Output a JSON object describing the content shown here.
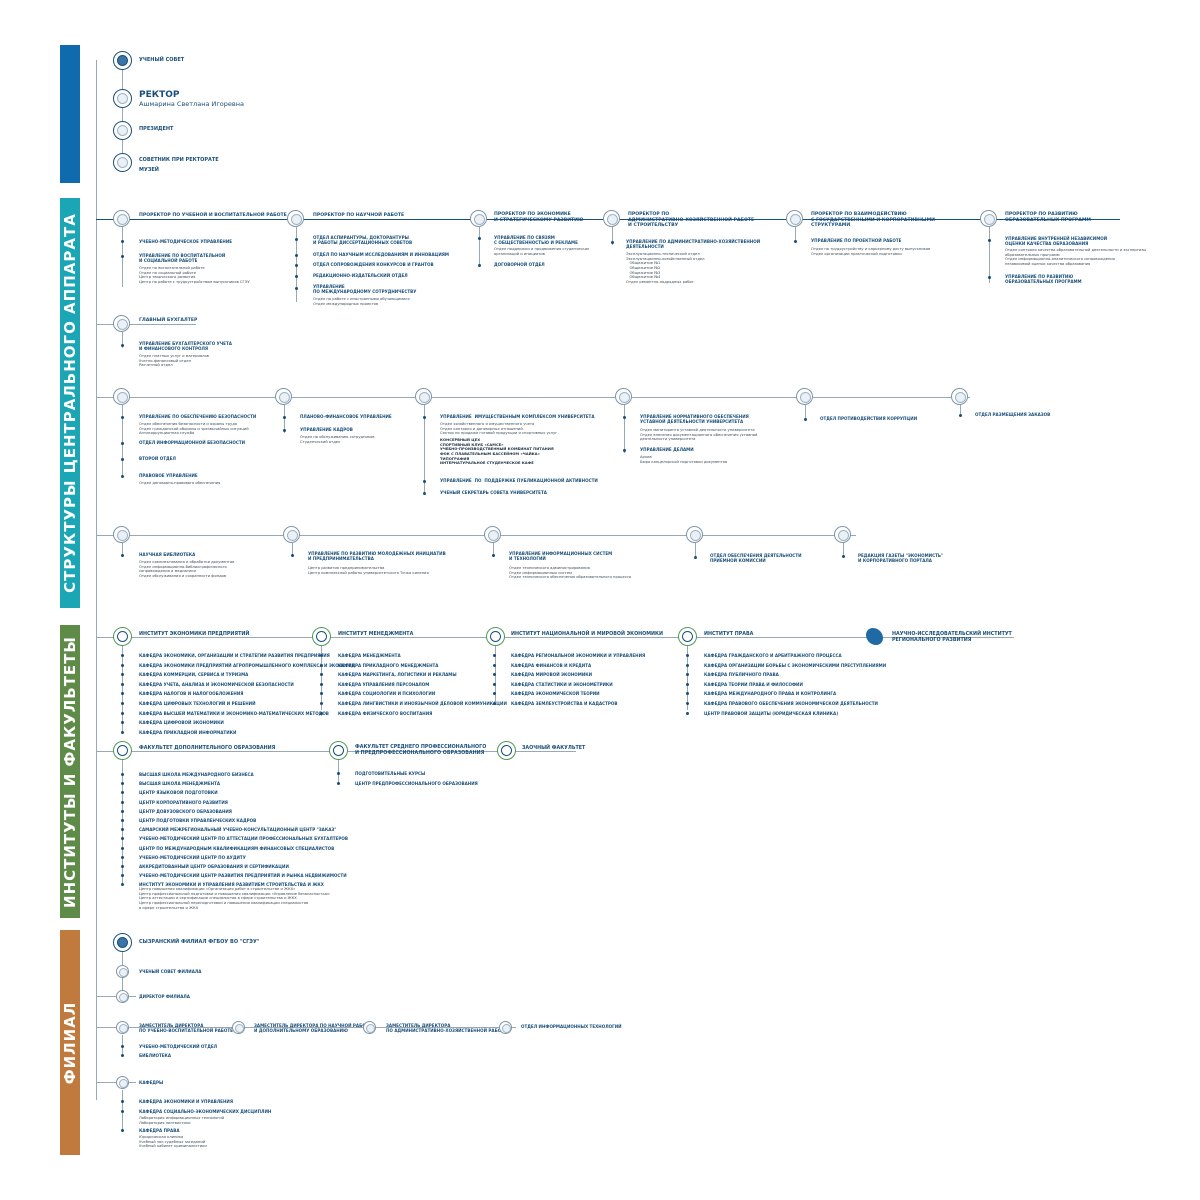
{
  "colors": {
    "blue": "#0f6aae",
    "teal": "#1aa6b5",
    "green": "#5e8c48",
    "orange": "#c07a3e",
    "text": "#1a4f7a"
  },
  "bands": {
    "teal": "СТРУКТУРЫ ЦЕНТРАЛЬНОГО АППАРАТА",
    "green": "ИНСТИТУТЫ И ФАКУЛЬТЕТЫ",
    "orange": "ФИЛИАЛ"
  },
  "top": {
    "council": "УЧЕНЫЙ СОВЕТ",
    "rector_title": "РЕКТОР",
    "rector_name": "Ашмарина Светлана Игоревна",
    "president": "ПРЕЗИДЕНТ",
    "advisor": "СОВЕТНИК ПРИ РЕКТОРАТЕ",
    "museum": "МУЗЕЙ"
  },
  "prorectors": {
    "p1": {
      "title": "ПРОРЕКТОР ПО УЧЕБНОЙ И ВОСПИТАТЕЛЬНОЙ РАБОТЕ",
      "i1": "УЧЕБНО-МЕТОДИЧЕСКОЕ УПРАВЛЕНИЕ",
      "i2": "УПРАВЛЕНИЕ ПО ВОСПИТАТЕЛЬНОЙ\nИ СОЦИАЛЬНОЙ РАБОТЕ",
      "i2d": "Отдел по воспитательной работе\nОтдел по социальной работе\nЦентр творческого развития\nЦентр по работе с трудоустройством выпускников СГЭУ"
    },
    "p2": {
      "title": "ПРОРЕКТОР ПО НАУЧНОЙ РАБОТЕ",
      "i1": "ОТДЕЛ АСПИРАНТУРЫ, ДОКТОРАНТУРЫ\nИ РАБОТЫ ДИССЕРТАЦИОННЫХ СОВЕТОВ",
      "i2": "ОТДЕЛ ПО НАУЧНЫМ ИССЛЕДОВАНИЯМ И ИННОВАЦИЯМ",
      "i3": "ОТДЕЛ СОПРОВОЖДЕНИЯ КОНКУРСОВ И ГРАНТОВ",
      "i4": "РЕДАКЦИОННО-ИЗДАТЕЛЬСКИЙ ОТДЕЛ",
      "i5": "УПРАВЛЕНИЕ\nПО МЕЖДУНАРОДНОМУ СОТРУДНИЧЕСТВУ",
      "i5d": "Отдел по работе с иностранными обучающимися\nОтдел международных проектов"
    },
    "p3": {
      "title": "ПРОРЕКТОР ПО ЭКОНОМИКЕ\nИ СТРАТЕГИЧЕСКОМУ РАЗВИТИЮ",
      "i1": "УПРАВЛЕНИЕ ПО СВЯЗЯМ\nС ОБЩЕСТВЕННОСТЬЮ И РЕКЛАМЕ",
      "i1d": "Отдел поддержки и продвижения студенческих\nорганизаций и инициатив",
      "i2": "ДОГОВОРНОЙ ОТДЕЛ"
    },
    "p4": {
      "title": "ПРОРЕКТОР ПО\nАДМИНИСТРАТИВНО-ХОЗЯЙСТВЕННОЙ РАБОТЕ\nИ СТРОИТЕЛЬСТВУ",
      "i1": "УПРАВЛЕНИЕ ПО АДМИНИСТРАТИВНО-ХОЗЯЙСТВЕННОЙ\nДЕЯТЕЛЬНОСТИ",
      "i1d": "Эксплуатационно-технический отдел\nЭксплуатационно-хозяйственный отдел\n   Общежитие №1\n   Общежитие №2\n   Общежитие №3\n   Общежитие №4\nОтдел ремонтно-подрядных работ"
    },
    "p5": {
      "title": "ПРОРЕКТОР ПО ВЗАИМОДЕЙСТВИЮ\nС ГОСУДАРСТВЕННЫМИ И КОРПОРАТИВНЫМИ\nСТРУКТУРАМИ",
      "i1": "УПРАВЛЕНИЕ ПО ПРОЕКТНОЙ РАБОТЕ",
      "i1d": "Отдел по трудоустройству и карьерному росту выпускников\nОтдел организации практической подготовки"
    },
    "p6": {
      "title": "ПРОРЕКТОР ПО РАЗВИТИЮ\nОБРАЗОВАТЕЛЬНЫХ ПРОГРАММ",
      "i1": "УПРАВЛЕНИЕ ВНУТРЕННЕЙ НЕЗАВИСИМОЙ\nОЦЕНКИ КАЧЕСТВА ОБРАЗОВАНИЯ",
      "i1d": "Отдел контроля качества образовательной деятельности и экспертизы\nобразовательных программ\nОтдел информационно-аналитического сопровождения\nнезависимой оценки качества образования",
      "i2": "УПРАВЛЕНИЕ ПО РАЗВИТИЮ\nОБРАЗОВАТЕЛЬНЫХ ПРОГРАММ"
    }
  },
  "accountant": {
    "title": "ГЛАВНЫЙ БУХГАЛТЕР",
    "i1": "УПРАВЛЕНИЕ БУХГАЛТЕРСКОГО УЧЕТА\nИ ФИНАНСОВОГО КОНТРОЛЯ",
    "i1d": "Отдел платных услуг и материалов\nУчетно-финансовый отдел\nРасчетный отдел"
  },
  "row2": {
    "r1": {
      "i1": "УПРАВЛЕНИЕ ПО ОБЕСПЕЧЕНИЮ БЕЗОПАСНОСТИ",
      "i1d": "Отдел обеспечения безопасности и охраны труда\nОтдел гражданской обороны и чрезвычайных ситуаций\nАнтикоррупционная служба",
      "i2": "ОТДЕЛ ИНФОРМАЦИОННОЙ БЕЗОПАСНОСТИ",
      "i3": "ВТОРОЙ ОТДЕЛ",
      "i4": "ПРАВОВОЕ УПРАВЛЕНИЕ",
      "i4d": "Отдел договорно-правового обеспечения"
    },
    "r2": {
      "i1": "ПЛАНОВО-ФИНАНСОВОЕ УПРАВЛЕНИЕ",
      "i2": "УПРАВЛЕНИЕ КАДРОВ",
      "i2d": "Отдел по обслуживанию сотрудников\nСтуденческий отдел"
    },
    "r3": {
      "i1": "УПРАВЛЕНИЕ  ИМУЩЕСТВЕННЫМ КОМПЛЕКСОМ УНИВЕРСИТЕТА",
      "i1d": "Отдел хозяйственного и имущественного учета\nОтдел контроля и договорных отношений\nСектор по продаже готовой продукции и спортивных услуг",
      "i1b": "КОНСЕРВНЫЙ ЦЕХ\nСПОРТИВНЫЙ КЛУБ «САМСЕ»\nУЧЕБНО-ПРОИЗВОДСТВЕННЫЙ КОМБИНАТ ПИТАНИЯ\nФОК С ПЛАВАТЕЛЬНЫМ БАССЕЙНОМ «ЧАЙКА»\nТИПОГРАФИЯ\nИНТЕРНАТУРАЛЬНОЕ СТУДЕНЧЕСКОЕ КАФЕ",
      "i2": "УПРАВЛЕНИЕ  ПО  ПОДДЕРЖКЕ ПУБЛИКАЦИОННОЙ АКТИВНОСТИ",
      "i3": "УЧЕНЫЙ СЕКРЕТАРЬ СОВЕТА УНИВЕРСИТЕТА"
    },
    "r4": {
      "i1": "УПРАВЛЕНИЕ НОРМАТИВНОГО ОБЕСПЕЧЕНИЯ\nУСТАВНОЙ ДЕЯТЕЛЬНОСТИ УНИВЕРСИТЕТА",
      "i1d": "Отдел мониторинга уставной деятельности университета\nОтдел внесения документационного обеспечения уставной\nдеятельности университета",
      "i2": "УПРАВЛЕНИЕ ДЕЛАМИ",
      "i2d": "Архив\nБюро канцелярской подготовки документов"
    },
    "r5": {
      "i1": "ОТДЕЛ ПРОТИВОДЕЙСТВИЯ КОРРУПЦИИ"
    },
    "r6": {
      "i1": "ОТДЕЛ РАЗМЕЩЕНИЯ ЗАКАЗОВ"
    }
  },
  "row3": {
    "r1": {
      "i1": "НАУЧНАЯ БИБЛИОТЕКА",
      "i1d": "Отдел комплектования и обработки документов\nОтдел информационно-библиографического\nсопровождения и медиатеки\nОтдел обслуживания и сохранности фондов"
    },
    "r2": {
      "i1": "УПРАВЛЕНИЕ ПО РАЗВИТИЮ МОЛОДЕЖНЫХ ИНИЦИАТИВ\nИ ПРЕДПРИНИМАТЕЛЬСТВА",
      "i1d": "Центр развития предпринимательства\nЦентр комплексной работы университетского Точка кипения"
    },
    "r3": {
      "i1": "УПРАВЛЕНИЕ ИНФОРМАЦИОННЫХ СИСТЕМ\nИ ТЕХНОЛОГИЙ",
      "i1d": "Отдел технического администрирования\nОтдел информационных систем\nОтдел технического обеспечения образовательного процесса"
    },
    "r4": {
      "i1": "ОТДЕЛ ОБЕСПЕЧЕНИЯ ДЕЯТЕЛЬНОСТИ\nПРИЕМНОЙ КОМИССИИ"
    },
    "r5": {
      "i1": "РЕДАКЦИЯ ГАЗЕТЫ \"ЭКОНОМИСТЬ\"\nИ КОРПОРАТИВНОГО ПОРТАЛА"
    }
  },
  "institutes": {
    "i1": {
      "title": "ИНСТИТУТ ЭКОНОМИКИ ПРЕДПРИЯТИЙ",
      "items": [
        "КАФЕДРА ЭКОНОМИКИ, ОРГАНИЗАЦИИ И СТРАТЕГИИ РАЗВИТИЯ ПРЕДПРИЯТИЯ",
        "КАФЕДРА ЭКОНОМИКИ ПРЕДПРИЯТИЙ АГРОПРОМЫШЛЕННОГО КОМПЛЕКСА И ЭКОЛОГИИ",
        "КАФЕДРА КОММЕРЦИИ, СЕРВИСА И ТУРИЗМА",
        "КАФЕДРА УЧЕТА, АНАЛИЗА И ЭКОНОМИЧЕСКОЙ БЕЗОПАСНОСТИ",
        "КАФЕДРА НАЛОГОВ И НАЛОГООБЛОЖЕНИЯ",
        "КАФЕДРА ЦИФРОВЫХ ТЕХНОЛОГИЙ И РЕШЕНИЙ",
        "КАФЕДРА ВЫСШЕЙ МАТЕМАТИКИ И ЭКОНОМИКО-МАТЕМАТИЧЕСКИХ МЕТОДОВ",
        "КАФЕДРА ЦИФРОВОЙ ЭКОНОМИКИ",
        "КАФЕДРА ПРИКЛАДНОЙ ИНФОРМАТИКИ"
      ]
    },
    "i2": {
      "title": "ИНСТИТУТ МЕНЕДЖМЕНТА",
      "items": [
        "КАФЕДРА МЕНЕДЖМЕНТА",
        "КАФЕДРА ПРИКЛАДНОГО МЕНЕДЖМЕНТА",
        "КАФЕДРА МАРКЕТИНГА, ЛОГИСТИКИ И РЕКЛАМЫ",
        "КАФЕДРА УПРАВЛЕНИЯ ПЕРСОНАЛОМ",
        "КАФЕДРА СОЦИОЛОГИИ И ПСИХОЛОГИИ",
        "КАФЕДРА ЛИНГВИСТИКИ И ИНОЯЗЫЧНОЙ ДЕЛОВОЙ КОММУНИКАЦИИ",
        "КАФЕДРА ФИЗИЧЕСКОГО ВОСПИТАНИЯ"
      ]
    },
    "i3": {
      "title": "ИНСТИТУТ НАЦИОНАЛЬНОЙ И МИРОВОЙ ЭКОНОМИКИ",
      "items": [
        "КАФЕДРА РЕГИОНАЛЬНОЙ ЭКОНОМИКИ И УПРАВЛЕНИЯ",
        "КАФЕДРА ФИНАНСОВ И КРЕДИТА",
        "КАФЕДРА МИРОВОЙ ЭКОНОМИКИ",
        "КАФЕДРА СТАТИСТИКИ И ЭКОНОМЕТРИКИ",
        "КАФЕДРА ЭКОНОМИЧЕСКОЙ ТЕОРИИ",
        "КАФЕДРА ЗЕМЛЕУСТРОЙСТВА И КАДАСТРОВ"
      ]
    },
    "i4": {
      "title": "ИНСТИТУТ ПРАВА",
      "items": [
        "КАФЕДРА ГРАЖДАНСКОГО И АРБИТРАЖНОГО ПРОЦЕССА",
        "КАФЕДРА ОРГАНИЗАЦИИ БОРЬБЫ С ЭКОНОМИЧЕСКИМИ ПРЕСТУПЛЕНИЯМИ",
        "КАФЕДРА ПУБЛИЧНОГО ПРАВА",
        "КАФЕДРА ТЕОРИИ ПРАВА И ФИЛОСОФИИ",
        "КАФЕДРА МЕЖДУНАРОДНОГО ПРАВА И КОНТРОЛИНГА",
        "КАФЕДРА ПРАВОВОГО ОБЕСПЕЧЕНИЯ ЭКОНОМИЧЕСКОЙ ДЕЯТЕЛЬНОСТИ",
        "ЦЕНТР ПРАВОВОЙ ЗАЩИТЫ (ЮРИДИЧЕСКАЯ КЛИНИКА)"
      ]
    },
    "i5": {
      "title": "НАУЧНО-ИССЛЕДОВАТЕЛЬСКИЙ ИНСТИТУТ\nРЕГИОНАЛЬНОГО РАЗВИТИЯ"
    }
  },
  "faculties": {
    "f1": {
      "title": "ФАКУЛЬТЕТ ДОПОЛНИТЕЛЬНОГО ОБРАЗОВАНИЯ",
      "items": [
        "ВЫСШАЯ ШКОЛА МЕЖДУНАРОДНОГО БИЗНЕСА",
        "ВЫСШАЯ ШКОЛА МЕНЕДЖМЕНТА",
        "ЦЕНТР ЯЗЫКОВОЙ ПОДГОТОВКИ",
        "ЦЕНТР КОРПОРАТИВНОГО РАЗВИТИЯ",
        "ЦЕНТР ДОВУЗОВСКОГО ОБРАЗОВАНИЯ",
        "ЦЕНТР ПОДГОТОВКИ УПРАВЛЕНЧЕСКИХ КАДРОВ",
        "САМАРСКИЙ МЕЖРЕГИОНАЛЬНЫЙ УЧЕБНО-КОНСУЛЬТАЦИОННЫЙ ЦЕНТР \"ЗАКАЗ\"",
        "УЧЕБНО-МЕТОДИЧЕСКИЙ ЦЕНТР ПО АТТЕСТАЦИИ ПРОФЕССИОНАЛЬНЫХ БУХГАЛТЕРОВ",
        "ЦЕНТР ПО МЕЖДУНАРОДНЫМ КВАЛИФИКАЦИЯМ ФИНАНСОВЫХ СПЕЦИАЛИСТОВ",
        "УЧЕБНО-МЕТОДИЧЕСКИЙ ЦЕНТР ПО АУДИТУ",
        "АККРЕДИТОВАННЫЙ ЦЕНТР ОБРАЗОВАНИЯ И СЕРТИФИКАЦИИ",
        "УЧЕБНО-МЕТОДИЧЕСКИЙ ЦЕНТР РАЗВИТИЯ ПРЕДПРИЯТИЙ И РЫНКА НЕДВИЖИМОСТИ",
        "ИНСТИТУТ ЭКОНОМИКИ И УПРАВЛЕНИЯ РАЗВИТИЕМ СТРОИТЕЛЬСТВА И ЖКХ"
      ],
      "itemsd": "Центр повышения квалификации «Организация работ в строительстве и ЖКХ»\nЦентр профессиональной подготовки и повышения квалификации «Управление безопасностью»\nЦентр аттестации и сертификации специалистов в сфере строительства и ЖКХ\nЦентр профессиональной переподготовки и повышения квалификации специалистов\nв сфере строительства и ЖКХ"
    },
    "f2": {
      "title": "ФАКУЛЬТЕТ СРЕДНЕГО ПРОФЕССИОНАЛЬНОГО\nИ ПРЕДПРОФЕССИОНАЛЬНОГО ОБРАЗОВАНИЯ",
      "items": [
        "ПОДГОТОВИТЕЛЬНЫЕ КУРСЫ",
        "ЦЕНТР ПРЕДПРОФЕССИОНАЛЬНОГО ОБРАЗОВАНИЯ"
      ]
    },
    "f3": {
      "title": "ЗАОЧНЫЙ ФАКУЛЬТЕТ"
    }
  },
  "branch": {
    "title": "СЫЗРАНСКИЙ ФИЛИАЛ ФГБОУ ВО \"СГЭУ\"",
    "council": "УЧЕНЫЙ СОВЕТ ФИЛИАЛА",
    "director": "ДИРЕКТОР ФИЛИАЛА",
    "d1": "ЗАМЕСТИТЕЛЬ ДИРЕКТОРА\nПО УЧЕБНО-ВОСПИТАТЕЛЬНОЙ РАБОТЕ",
    "d2": "ЗАМЕСТИТЕЛЬ ДИРЕКТОРА ПО НАУЧНОЙ РАБОТЕ\nИ ДОПОЛНИТЕЛЬНОМУ ОБРАЗОВАНИЮ",
    "d3": "ЗАМЕСТИТЕЛЬ ДИРЕКТОРА\nПО АДМИНИСТРАТИВНО-ХОЗЯЙСТВЕННОЙ РАБОТЕ",
    "d4": "ОТДЕЛ ИНФОРМАЦИОННЫХ ТЕХНОЛОГИЙ",
    "d1i1": "УЧЕБНО-МЕТОДИЧЕСКИЙ ОТДЕЛ",
    "d1i2": "БИБЛИОТЕКА",
    "chairs": "КАФЕДРЫ",
    "c1": "КАФЕДРА ЭКОНОМИКИ И УПРАВЛЕНИЯ",
    "c2": "КАФЕДРА СОЦИАЛЬНО-ЭКОНОМИЧЕСКИХ ДИСЦИПЛИН",
    "c2d": "Лаборатория информационных технологий\nЛаборатория лингвистики",
    "c3": "КАФЕДРА ПРАВА",
    "c3d": "Юридическая клиника\nУчебный зал судебных заседаний\nУчебный кабинет криминалистики"
  }
}
